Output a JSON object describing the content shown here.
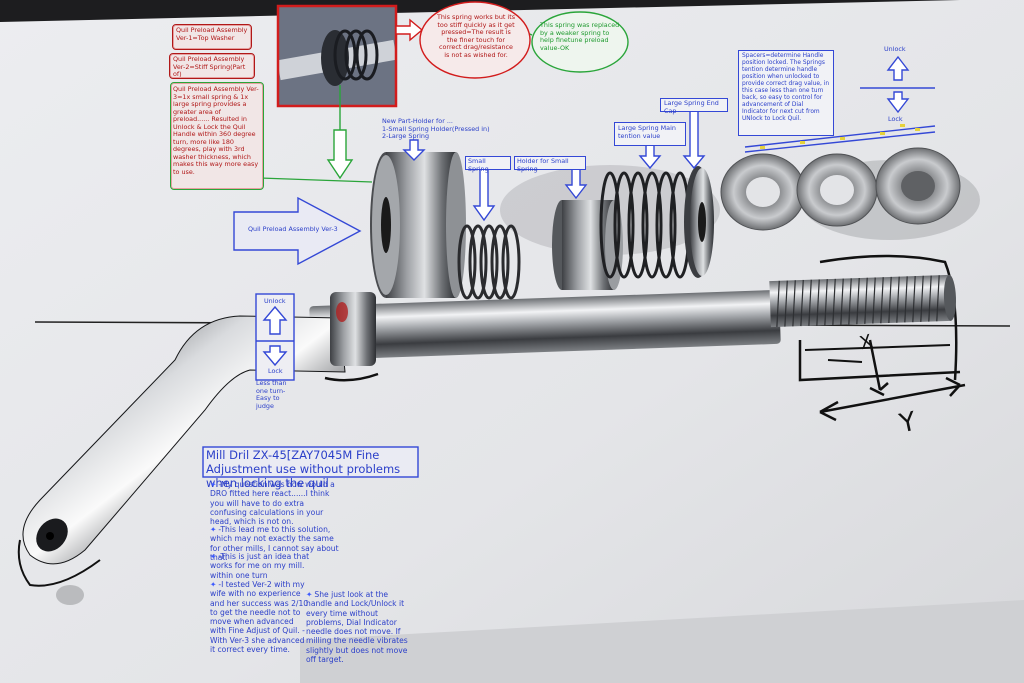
{
  "notes": {
    "ver1": "Quil Preload Assembly Ver-1=Top Washer",
    "ver2": "Quil Preload Assembly Ver-2=Stiff Spring(Part of)",
    "ver3": "Quil Preload Assembly Ver-3=1x small spring & 1x large spring provides a greater area of preload...... Resulted in Unlock & Lock the Quil Handle within 360 degree turn, more like 180 degrees, play with 3rd washer thickness, which makes this way more easy to use.",
    "red_bubble": "This spring works but its too stiff quickly as it get pressed=The result is the finer touch for correct drag/resistance is not as wished for.",
    "green_bubble": "This spring was replaced by a weaker spring to help finetune preload value-OK",
    "new_part": "New Part-Holder for ...\n1-Small Spring Holder(Pressed in)\n2-Large Spring",
    "small_spring": "Small Spring",
    "holder_small": "Holder for Small Spring",
    "large_main": "Large Spring Main tention value",
    "large_cap": "Large Spring End Cap",
    "spacers": "Spacers=determine Handle position locked. The Springs tention determine handle position when unlocked to provide correct drag value, in this case less than one turn back, so easy to control for advancement of Dial Indicator for next cut from UNlock to Lock Quil.",
    "assembly_arrow": "Quil Preload Assembly Ver-3",
    "unlock_left": "Unlock",
    "lock_left": "Lock",
    "less_than": "Less than one turn-Easy to judge",
    "unlock_right": "Unlock",
    "lock_right": "Lock",
    "heading": "Mill Dril ZX-45[ZAY7045M Fine Adjustment use without problems when locking the quil",
    "bullets_left": [
      "-My question was how would a DRO fitted here react......I think you will have to do extra confusing calculations in your head, which is not on.",
      "-This lead me to this solution, which may not exactly the same for other mills, I cannot say about that.",
      "-This is just an idea that works for me on my mill. within one turn",
      "-I tested Ver-2 with my wife with no experience and her success was 2/10 to get the needle not to move when advanced with Fine Adjust of Quil. -With Ver-3 she advanced it correct every time."
    ],
    "bullet_right": "She just look at the handle and Lock/Unlock it every time without problems, Dial Indicator needle does not move. If milling the needle vibrates slightly but does not move off target.",
    "handwritten_x": "X",
    "handwritten_y": "Y"
  },
  "colors": {
    "red": "#b01818",
    "blue": "#2b3fc9",
    "green": "#1f9a2f"
  }
}
